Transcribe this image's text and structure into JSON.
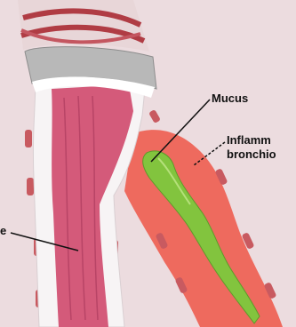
{
  "labels": {
    "mucus": "Mucus",
    "inflamed_line1": "Inflamm",
    "inflamed_line2": "bronchio",
    "left_fragment": "e"
  },
  "colors": {
    "background": "#ecdcdf",
    "airway_lining": "#d45a7a",
    "airway_wall": "#f7f4f5",
    "cartilage_ring": "#b8b8b8",
    "muscle_band": "#b03c44",
    "inflamed_tissue": "#ee6a5e",
    "mucus": "#82c43e",
    "gland": "#c85a60"
  }
}
